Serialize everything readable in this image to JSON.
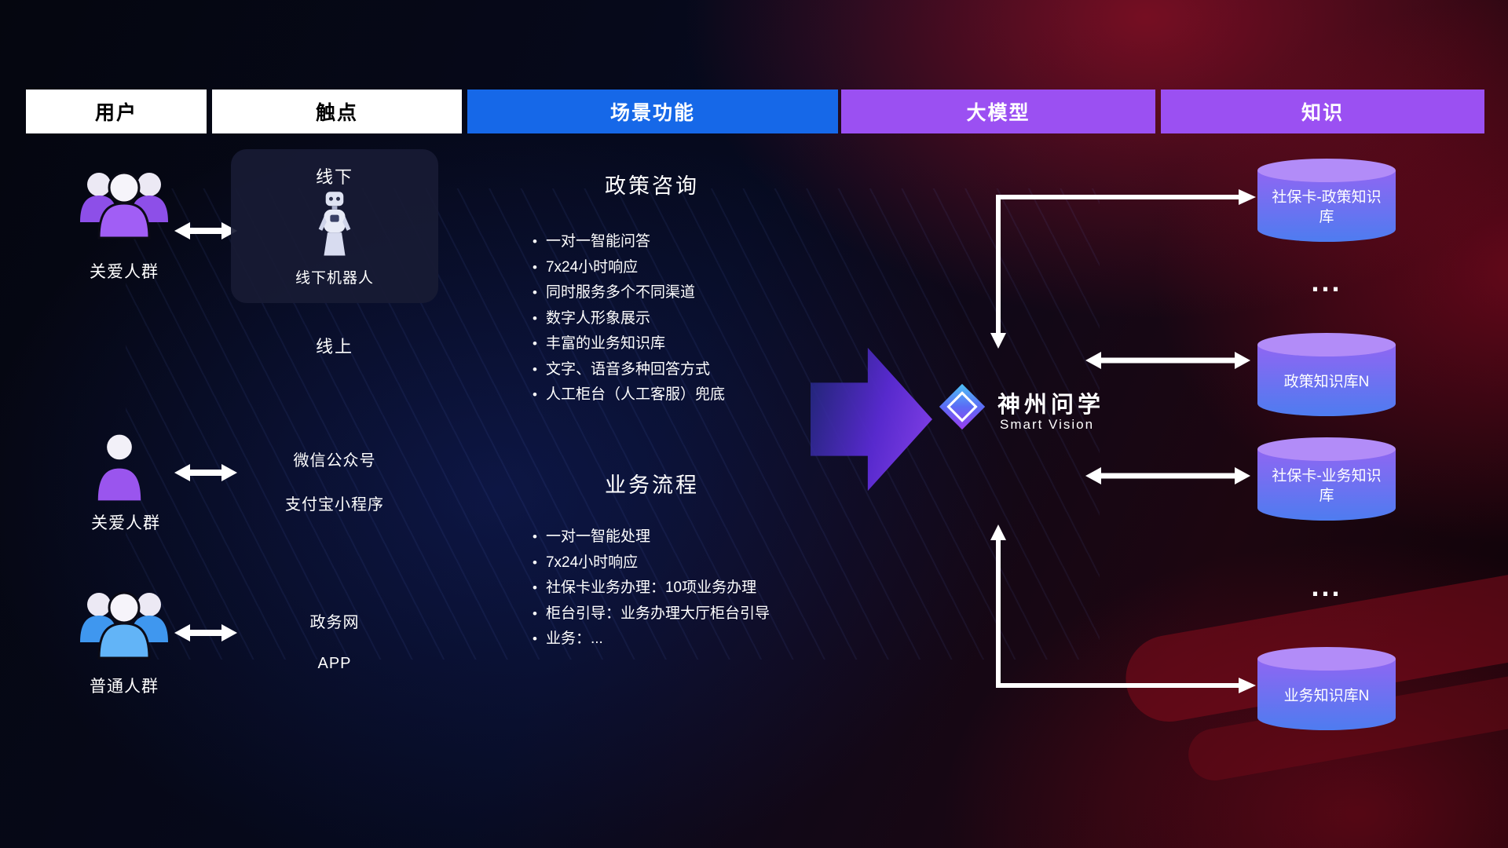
{
  "columns": [
    "用户",
    "触点",
    "场景功能",
    "大模型",
    "知识"
  ],
  "users": {
    "groups": [
      {
        "label": "关爱人群",
        "icon": "people-group-purple-icon"
      },
      {
        "label": "关爱人群",
        "icon": "person-purple-icon"
      },
      {
        "label": "普通人群",
        "icon": "people-group-blue-icon"
      }
    ]
  },
  "touchpoints": {
    "offline_card": {
      "title": "线下",
      "icon": "robot-icon",
      "caption": "线下机器人"
    },
    "online_title": "线上",
    "channels": [
      "微信公众号",
      "支付宝小程序",
      "政务网",
      "APP"
    ]
  },
  "scene": {
    "sections": [
      {
        "title": "政策咨询",
        "items": [
          "一对一智能问答",
          "7x24小时响应",
          "同时服务多个不同渠道",
          "数字人形象展示",
          "丰富的业务知识库",
          "文字、语音多种回答方式",
          "人工柜台（人工客服）兜底"
        ]
      },
      {
        "title": "业务流程",
        "items": [
          "一对一智能处理",
          "7x24小时响应",
          "社保卡业务办理：10项业务办理",
          "柜台引导：业务办理大厅柜台引导",
          "业务：..."
        ]
      }
    ]
  },
  "model": {
    "brand": "神州问学",
    "subtitle": "Smart Vision",
    "icon": "diamond-logo-icon"
  },
  "knowledge": {
    "databases": [
      "社保卡-政策知识库",
      "政策知识库N",
      "社保卡-业务知识库",
      "业务知识库N"
    ],
    "ellipsis": "..."
  },
  "icons": [
    "people-group-purple-icon",
    "person-purple-icon",
    "people-group-blue-icon",
    "double-arrow-icon",
    "robot-icon",
    "flow-arrow-icon",
    "diamond-logo-icon",
    "database-cylinder-icon",
    "elbow-arrow-icon"
  ],
  "palette": {
    "header_white": "#ffffff",
    "header_blue": "#1668e8",
    "header_purple": "#9b50f2",
    "user_purple": "#8d4fe8",
    "user_blue": "#3f97ef",
    "cylinder_top": "#b28cf8",
    "cylinder_body_start": "#8f66f2",
    "cylinder_body_end": "#4e7cf0",
    "arrow_white": "#ffffff",
    "flow_arrow_purple": "#6d2fe0",
    "background_red": "#8a0f1e",
    "background_blue": "#17246b"
  }
}
